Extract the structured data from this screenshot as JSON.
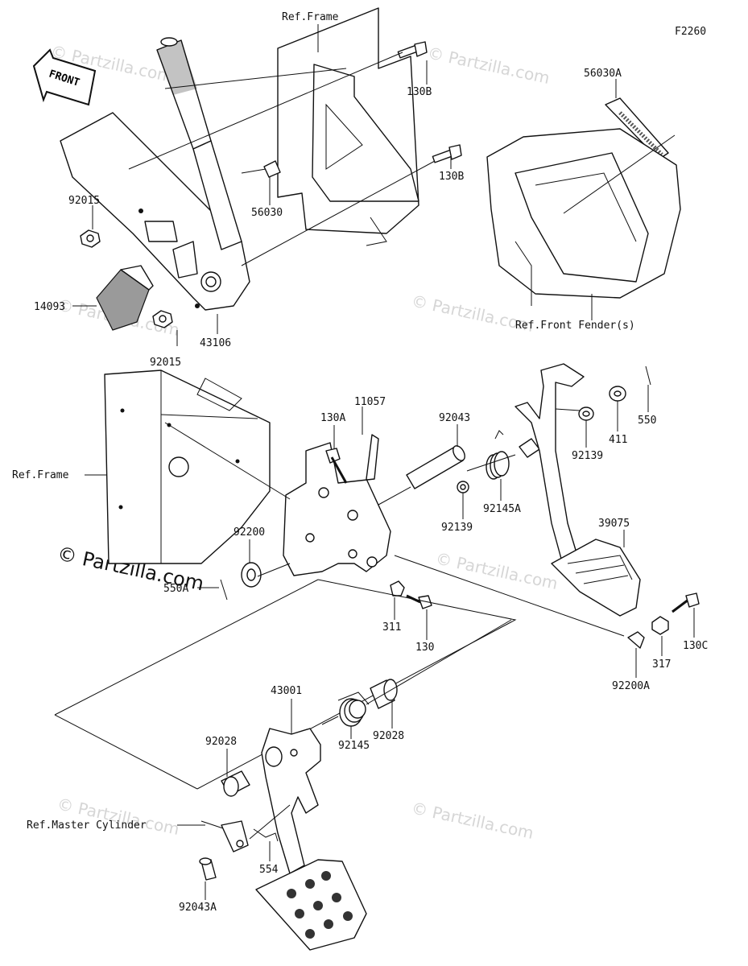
{
  "diagram_code": "F2260",
  "front_marker": "FRONT",
  "watermark": "© Partzilla.com",
  "watermark_small": "© Partzilla.com",
  "labels": {
    "ref_frame_top": "Ref.Frame",
    "ref_frame_left": "Ref.Frame",
    "ref_front_fender": "Ref.Front Fender(s)",
    "ref_master_cylinder": "Ref.Master Cylinder",
    "p130B_a": "130B",
    "p130B_b": "130B",
    "p56030A": "56030A",
    "p56030": "56030",
    "p92015_a": "92015",
    "p92015_b": "92015",
    "p14093": "14093",
    "p43106": "43106",
    "p130A": "130A",
    "p11057": "11057",
    "p92043": "92043",
    "p550": "550",
    "p411": "411",
    "p92139_a": "92139",
    "p92139_b": "92139",
    "p92145A": "92145A",
    "p39075": "39075",
    "p92200": "92200",
    "p550A": "550A",
    "p311": "311",
    "p130": "130",
    "p130C": "130C",
    "p317": "317",
    "p92200A": "92200A",
    "p43001": "43001",
    "p92028_a": "92028",
    "p92028_b": "92028",
    "p92145": "92145",
    "p554": "554",
    "p92043A": "92043A"
  }
}
